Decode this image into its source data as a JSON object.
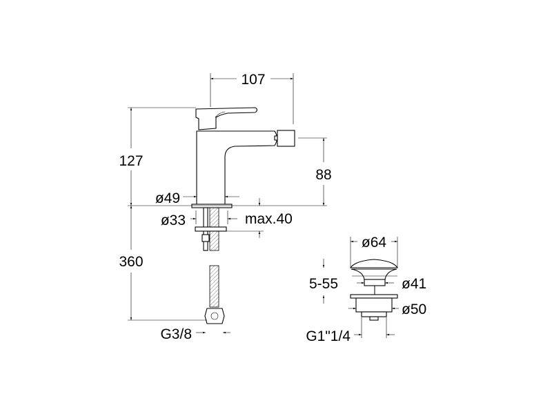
{
  "drawing": {
    "mixer": {
      "width_label": "107",
      "height_label": "127",
      "spout_height_label": "88",
      "base_diameter_label": "ø49",
      "hole_diameter_label": "ø33",
      "deck_thickness_label": "max.40",
      "hose_length_label": "360",
      "connection_label": "G3/8"
    },
    "waste": {
      "cap_diameter_label": "ø64",
      "stem_diameter_label": "ø41",
      "flange_diameter_label": "ø50",
      "range_label": "5-55",
      "thread_label": "G1\"1/4"
    }
  }
}
